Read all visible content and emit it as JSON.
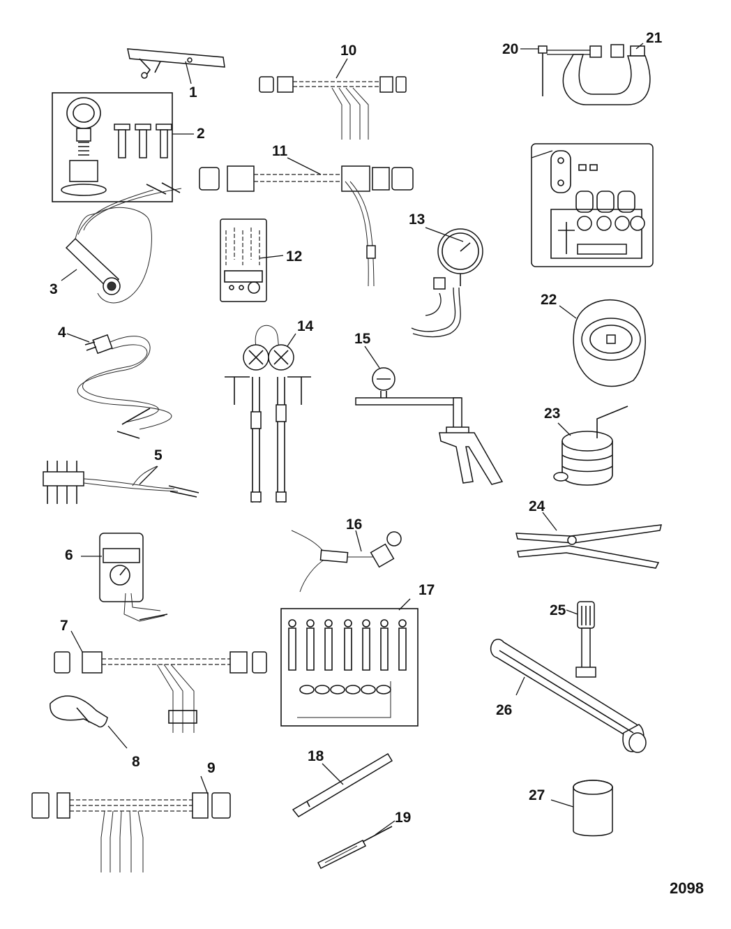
{
  "diagram": {
    "figure_code": "2098",
    "callouts": [
      "1",
      "2",
      "3",
      "4",
      "5",
      "6",
      "7",
      "8",
      "9",
      "10",
      "11",
      "12",
      "13",
      "14",
      "15",
      "16",
      "17",
      "18",
      "19",
      "20",
      "21",
      "22",
      "23",
      "24",
      "25",
      "26",
      "27"
    ]
  }
}
